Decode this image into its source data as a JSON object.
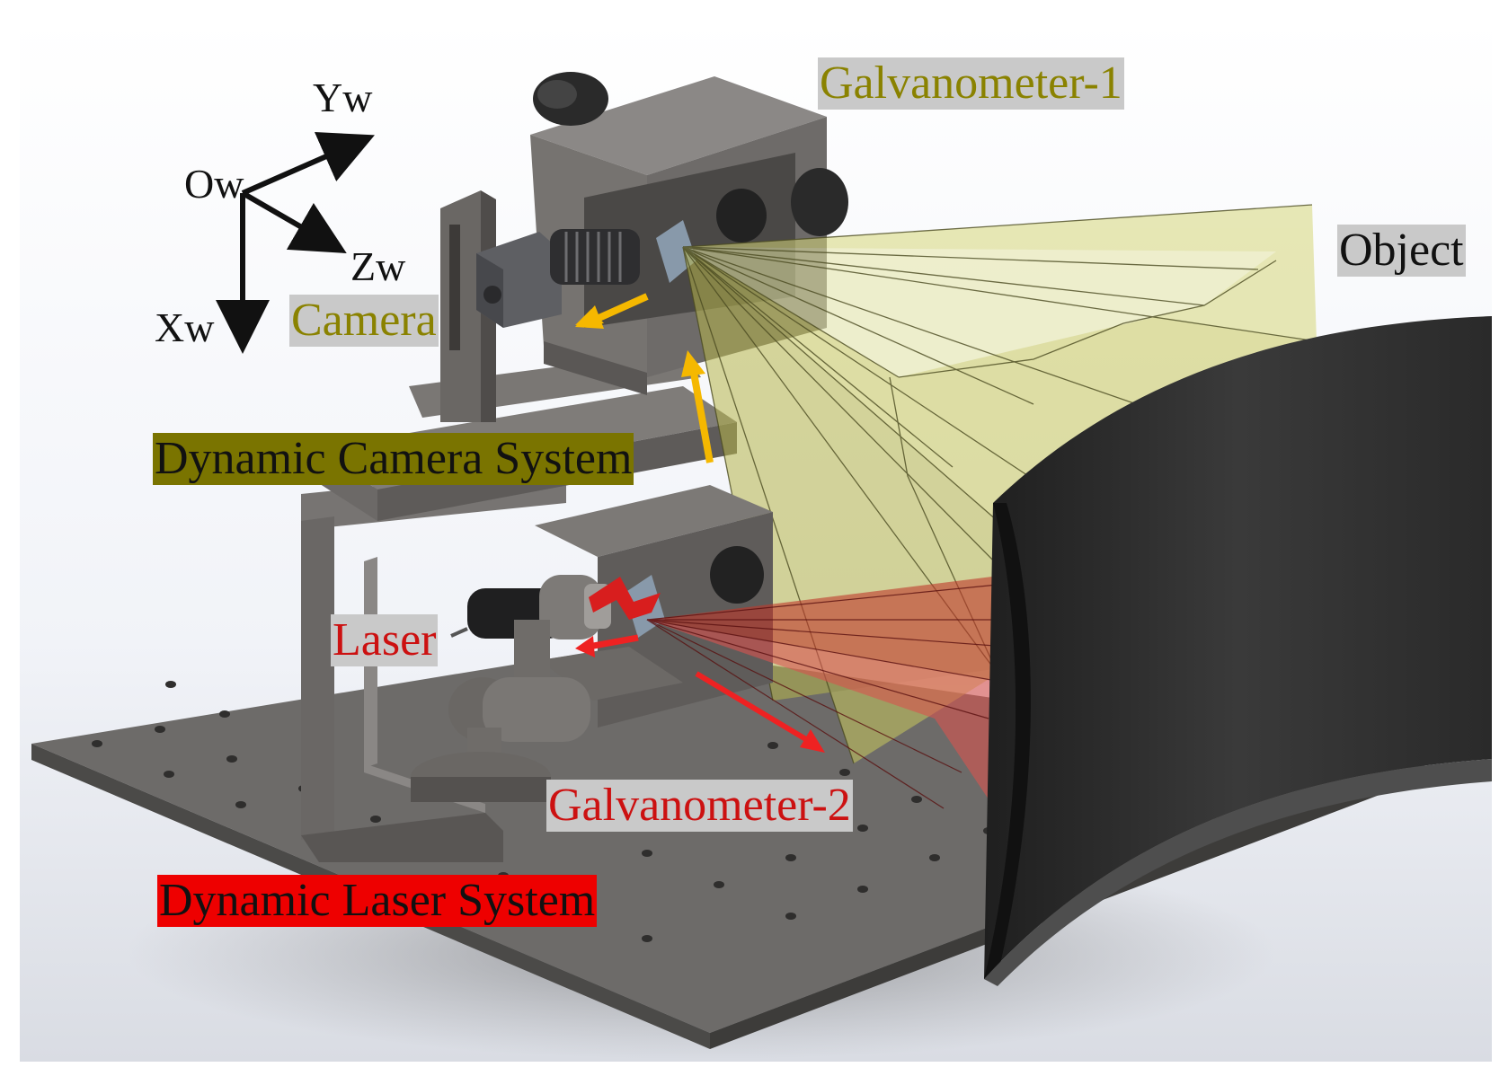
{
  "axes": {
    "origin": "Ow",
    "y": "Yw",
    "z": "Zw",
    "x": "Xw"
  },
  "labels": {
    "galvanometer1": "Galvanometer-1",
    "object": "Object",
    "camera": "Camera",
    "dynamic_camera_system": "Dynamic Camera System",
    "laser": "Laser",
    "galvanometer2": "Galvanometer-2",
    "dynamic_laser_system": "Dynamic Laser System"
  },
  "colors": {
    "camera_system_bg": "#7a7400",
    "laser_system_bg": "#ee0000",
    "galvanometer1_text": "#8a8200",
    "camera_text": "#8a8200",
    "laser_text": "#cc1111",
    "galvanometer2_text": "#cc1111",
    "camera_beam": "#d6d77a",
    "laser_beam": "#d9534f",
    "highlight_arrow": "#f5b800",
    "laser_arrow": "#ee2222"
  }
}
